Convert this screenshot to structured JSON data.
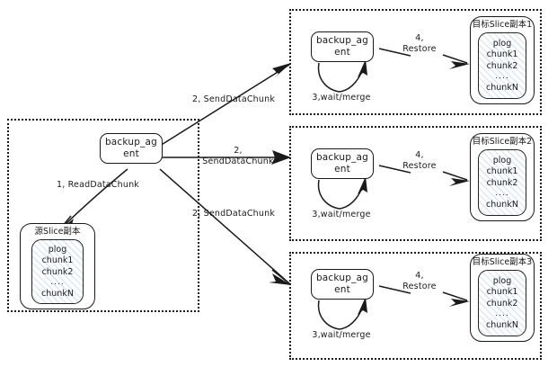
{
  "diagram": {
    "title": "backup agent slice restore flow",
    "colors": {
      "stroke": "#1a1a1a",
      "hatch": "#cfe4f5",
      "background": "#ffffff"
    },
    "source_panel": {
      "name": "source-panel",
      "agent": {
        "label": "backup_ag\nent"
      },
      "slice": {
        "title": "源Slice副本",
        "items": [
          "plog",
          "chunk1",
          "chunk2",
          "....",
          "chunkN"
        ]
      },
      "edge_label": "1,  ReadDataChunk"
    },
    "send_edges": [
      {
        "label": "2,  SendDataChunk"
      },
      {
        "label": "2,\nSendDataChunk"
      },
      {
        "label": "2,  SendDataChunk"
      }
    ],
    "target_panels": [
      {
        "name": "target-panel-1",
        "agent": {
          "label": "backup_ag\nent"
        },
        "loop_label": "3,wait/merge",
        "restore_label": "4,\nRestore",
        "slice": {
          "title": "目标Slice副本1",
          "items": [
            "plog",
            "chunk1",
            "chunk2",
            "....",
            "chunkN"
          ]
        }
      },
      {
        "name": "target-panel-2",
        "agent": {
          "label": "backup_ag\nent"
        },
        "loop_label": "3,wait/merge",
        "restore_label": "4,\nRestore",
        "slice": {
          "title": "目标Slice副本2",
          "items": [
            "plog",
            "chunk1",
            "chunk2",
            "....",
            "chunkN"
          ]
        }
      },
      {
        "name": "target-panel-3",
        "agent": {
          "label": "backup_ag\nent"
        },
        "loop_label": "3,wait/merge",
        "restore_label": "4,\nRestore",
        "slice": {
          "title": "目标Slice副本3",
          "items": [
            "plog",
            "chunk1",
            "chunk2",
            "....",
            "chunkN"
          ]
        }
      }
    ]
  }
}
